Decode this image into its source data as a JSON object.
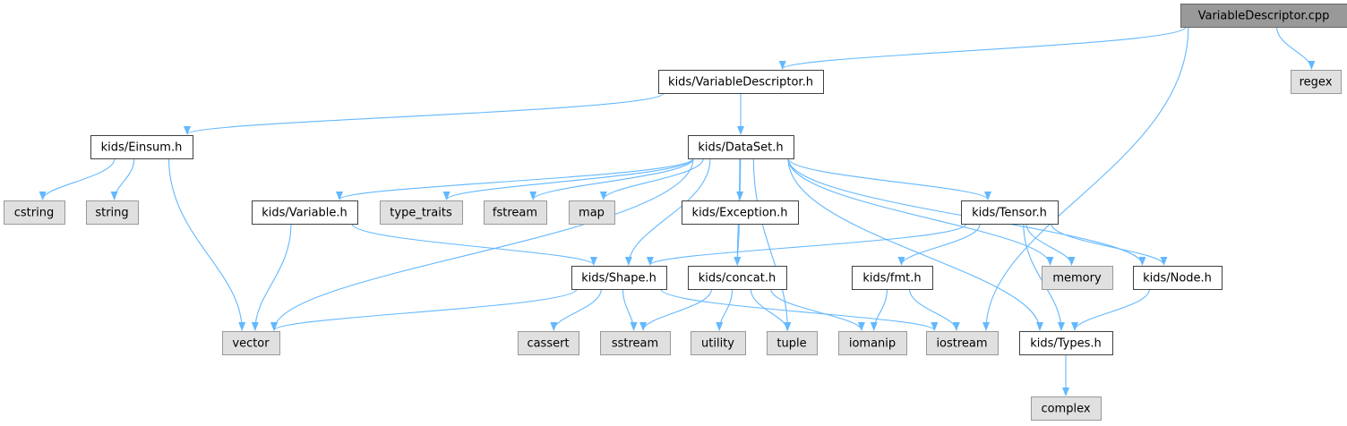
{
  "colors": {
    "root_fill": "#999999",
    "root_border": "#666666",
    "header_fill": "#ffffff",
    "header_border": "#404040",
    "system_fill": "#e0e0e0",
    "system_border": "#999999",
    "edge": "#63b8ff"
  },
  "nodes": [
    {
      "id": "root",
      "label": "VariableDescriptor.cpp",
      "kind": "root"
    },
    {
      "id": "vd_h",
      "label": "kids/VariableDescriptor.h",
      "kind": "header"
    },
    {
      "id": "regex",
      "label": "regex",
      "kind": "system"
    },
    {
      "id": "einsum",
      "label": "kids/Einsum.h",
      "kind": "header"
    },
    {
      "id": "dataset",
      "label": "kids/DataSet.h",
      "kind": "header"
    },
    {
      "id": "cstring",
      "label": "cstring",
      "kind": "system"
    },
    {
      "id": "string",
      "label": "string",
      "kind": "system"
    },
    {
      "id": "variable",
      "label": "kids/Variable.h",
      "kind": "header"
    },
    {
      "id": "type_traits",
      "label": "type_traits",
      "kind": "system"
    },
    {
      "id": "fstream",
      "label": "fstream",
      "kind": "system"
    },
    {
      "id": "map",
      "label": "map",
      "kind": "system"
    },
    {
      "id": "exception",
      "label": "kids/Exception.h",
      "kind": "header"
    },
    {
      "id": "tensor",
      "label": "kids/Tensor.h",
      "kind": "header"
    },
    {
      "id": "shape",
      "label": "kids/Shape.h",
      "kind": "header"
    },
    {
      "id": "concat",
      "label": "kids/concat.h",
      "kind": "header"
    },
    {
      "id": "fmt",
      "label": "kids/fmt.h",
      "kind": "header"
    },
    {
      "id": "memory",
      "label": "memory",
      "kind": "system"
    },
    {
      "id": "node",
      "label": "kids/Node.h",
      "kind": "header"
    },
    {
      "id": "vector",
      "label": "vector",
      "kind": "system"
    },
    {
      "id": "cassert",
      "label": "cassert",
      "kind": "system"
    },
    {
      "id": "sstream",
      "label": "sstream",
      "kind": "system"
    },
    {
      "id": "utility",
      "label": "utility",
      "kind": "system"
    },
    {
      "id": "tuple",
      "label": "tuple",
      "kind": "system"
    },
    {
      "id": "iomanip",
      "label": "iomanip",
      "kind": "system"
    },
    {
      "id": "iostream",
      "label": "iostream",
      "kind": "system"
    },
    {
      "id": "types",
      "label": "kids/Types.h",
      "kind": "header"
    },
    {
      "id": "complex",
      "label": "complex",
      "kind": "system"
    }
  ],
  "edges": [
    [
      "root",
      "vd_h"
    ],
    [
      "root",
      "regex"
    ],
    [
      "root",
      "iostream"
    ],
    [
      "vd_h",
      "einsum"
    ],
    [
      "vd_h",
      "dataset"
    ],
    [
      "einsum",
      "cstring"
    ],
    [
      "einsum",
      "string"
    ],
    [
      "einsum",
      "vector"
    ],
    [
      "dataset",
      "vector"
    ],
    [
      "dataset",
      "variable"
    ],
    [
      "dataset",
      "type_traits"
    ],
    [
      "dataset",
      "fstream"
    ],
    [
      "dataset",
      "map"
    ],
    [
      "dataset",
      "shape"
    ],
    [
      "dataset",
      "exception"
    ],
    [
      "dataset",
      "concat"
    ],
    [
      "dataset",
      "tuple"
    ],
    [
      "dataset",
      "types"
    ],
    [
      "dataset",
      "tensor"
    ],
    [
      "dataset",
      "memory"
    ],
    [
      "dataset",
      "node"
    ],
    [
      "variable",
      "vector"
    ],
    [
      "variable",
      "shape"
    ],
    [
      "exception",
      "concat"
    ],
    [
      "tensor",
      "shape"
    ],
    [
      "tensor",
      "fmt"
    ],
    [
      "tensor",
      "memory"
    ],
    [
      "tensor",
      "node"
    ],
    [
      "tensor",
      "types"
    ],
    [
      "shape",
      "vector"
    ],
    [
      "shape",
      "cassert"
    ],
    [
      "shape",
      "sstream"
    ],
    [
      "shape",
      "iostream"
    ],
    [
      "concat",
      "sstream"
    ],
    [
      "concat",
      "utility"
    ],
    [
      "concat",
      "tuple"
    ],
    [
      "concat",
      "iomanip"
    ],
    [
      "fmt",
      "iomanip"
    ],
    [
      "fmt",
      "iostream"
    ],
    [
      "node",
      "types"
    ],
    [
      "types",
      "complex"
    ]
  ]
}
